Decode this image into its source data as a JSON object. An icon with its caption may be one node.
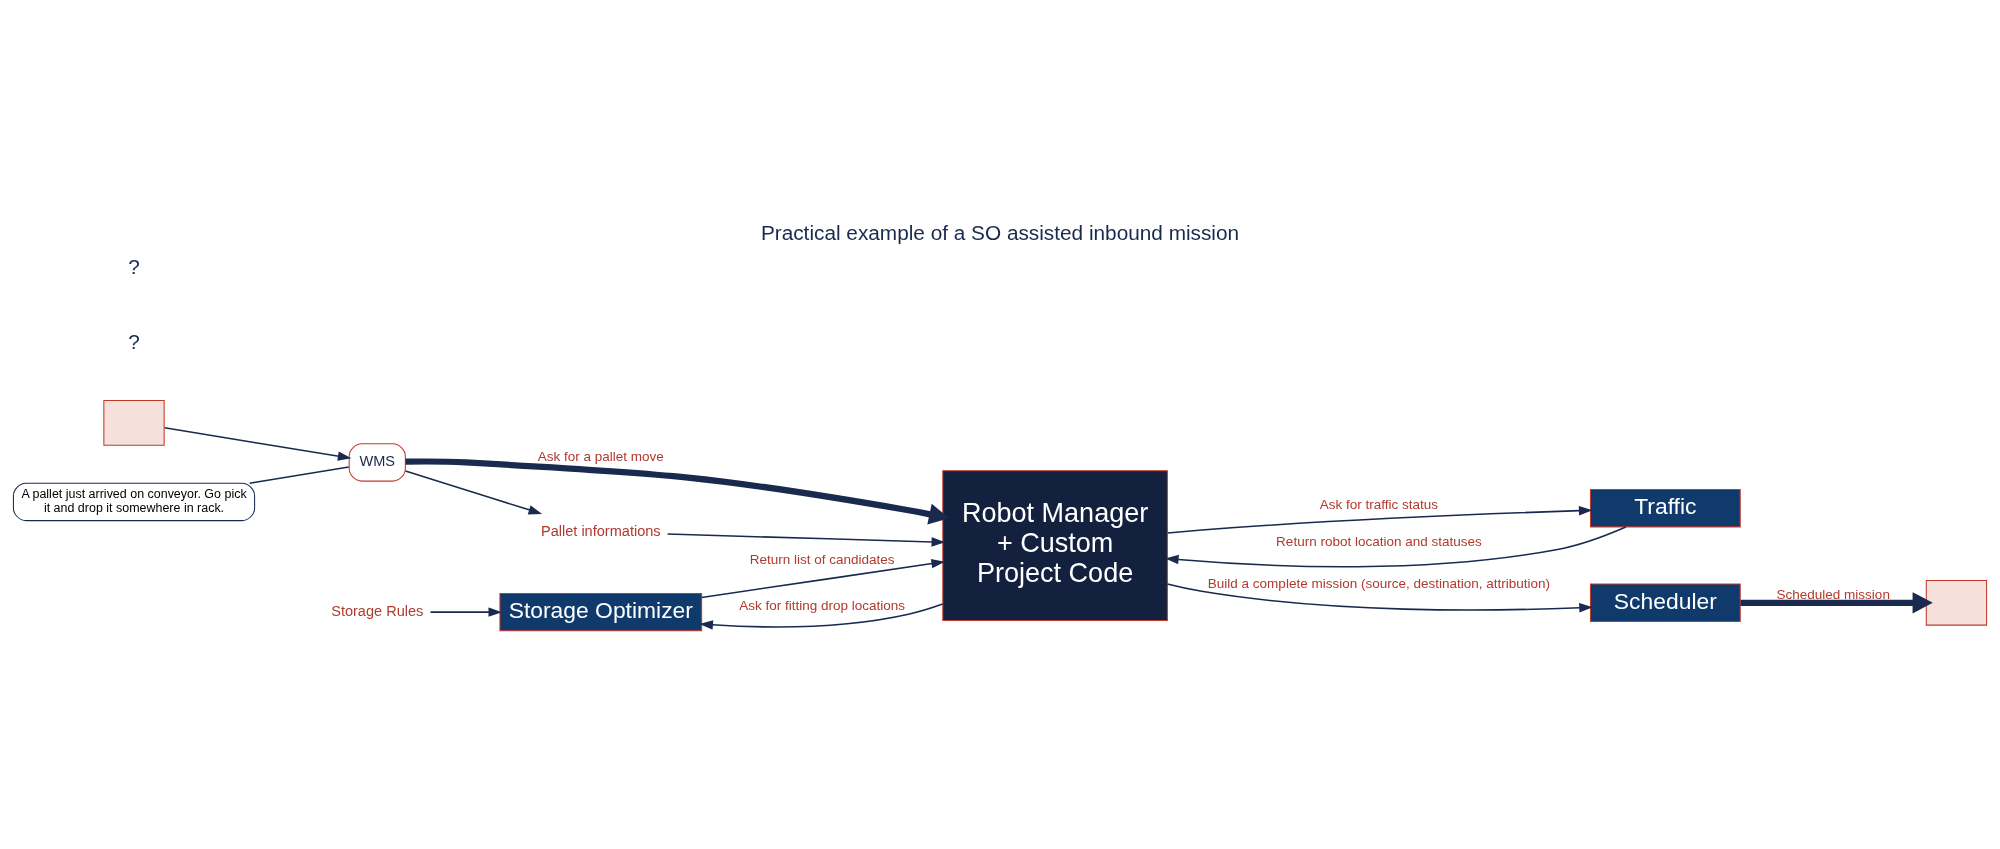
{
  "diagram": {
    "title": "Practical example of a SO assisted inbound mission",
    "nodes": [
      {
        "text": [
          "Storage Optimizer"
        ]
      },
      {
        "text": [
          "Storage Rules"
        ]
      },
      {
        "text": [
          "Robot Manager + Custom Project Code"
        ]
      },
      {
        "text": [
          "Traffic"
        ]
      },
      {
        "text": [
          "Scheduler"
        ]
      },
      {
        "text": [
          "WMS"
        ]
      },
      {
        "text": [],
        "shape": "box"
      },
      {
        "text": [
          "Pallet informations"
        ]
      },
      {
        "text": [],
        "shape": "box"
      },
      {
        "text": [
          "A pallet just arrived on conveyor. Go pick it and drop it somewhere in rack."
        ]
      }
    ],
    "edges": [
      {
        "from": 6,
        "to": 5,
        "arrow": "to"
      },
      {
        "from": 5,
        "to": 2,
        "arrow": "to",
        "label": "Ask for a pallet move",
        "style": "thick"
      },
      {
        "from": 5,
        "to": 7,
        "arrow": "to"
      },
      {
        "from": 7,
        "to": 2,
        "arrow": "to"
      },
      {
        "from": 1,
        "to": 0,
        "arrow": "to"
      },
      {
        "from": 0,
        "to": 2,
        "arrow": "to",
        "label": "Return list of candidates"
      },
      {
        "from": 2,
        "to": 0,
        "arrow": "to",
        "label": "Ask for fitting drop locations"
      },
      {
        "from": 2,
        "to": 3,
        "arrow": "to",
        "label": "Ask for traffic status"
      },
      {
        "from": 3,
        "to": 2,
        "arrow": "to",
        "label": "Return robot location and statuses"
      },
      {
        "from": 2,
        "to": 4,
        "arrow": "to",
        "label": "Build a complete mission (source, destination, attribution)"
      },
      {
        "from": 4,
        "to": 8,
        "arrow": "to",
        "label": "Scheduled mission",
        "style": "thick"
      },
      {
        "from": 9,
        "to": 5,
        "arrow": "none"
      }
    ],
    "labels": [
      "?",
      "?"
    ]
  }
}
